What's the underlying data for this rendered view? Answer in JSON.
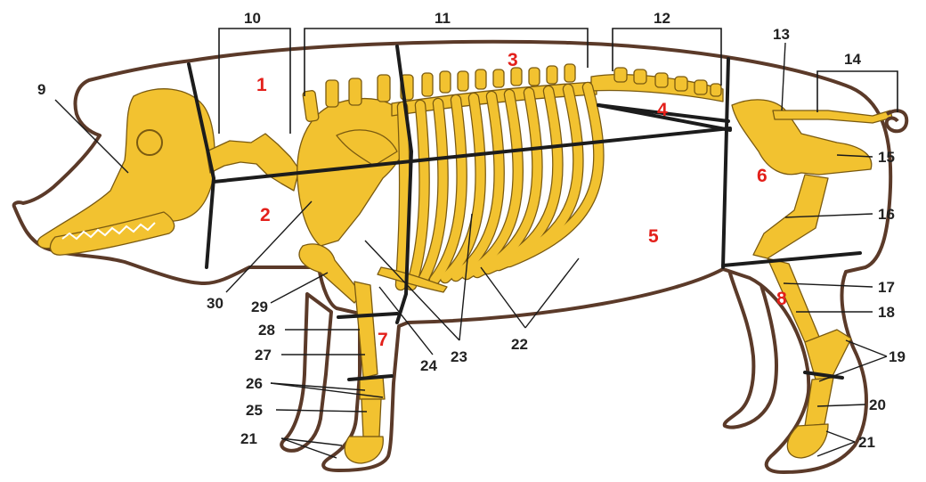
{
  "colors": {
    "outline": "#5b3a29",
    "bone": "#f2c230",
    "bone_edge": "#7a5a10",
    "cut_line": "#1c1c1c",
    "region_number": "#e3201b",
    "label": "#222222"
  },
  "bone_labels": [
    "9",
    "10",
    "11",
    "12",
    "13",
    "14",
    "15",
    "16",
    "17",
    "18",
    "19",
    "20",
    "21",
    "21",
    "22",
    "23",
    "24",
    "25",
    "26",
    "27",
    "28",
    "29",
    "30"
  ],
  "region_numbers": [
    "1",
    "2",
    "3",
    "4",
    "5",
    "6",
    "7",
    "8"
  ]
}
